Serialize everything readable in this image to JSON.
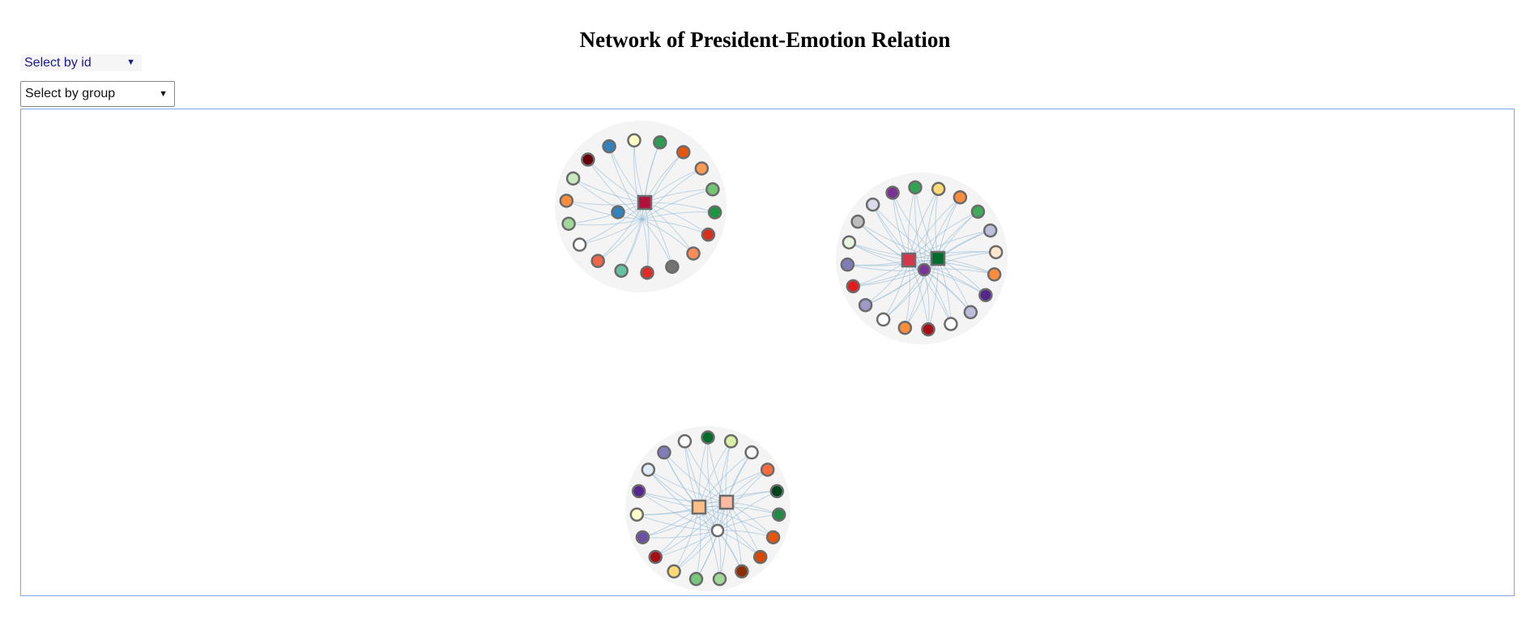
{
  "title": "Network of President-Emotion Relation",
  "controls": {
    "id_select": {
      "value": "Select by id"
    },
    "group_select": {
      "value": "Select by group"
    }
  },
  "colors": {
    "edge": "#8fb8d4",
    "node_stroke": "#6b6b6b",
    "canvas_border": "#7da7e6"
  },
  "network": {
    "clusters": [
      {
        "presidents": [
          "#b0123c",
          "#6aba63"
        ],
        "emotions": [
          "#ffffc4",
          "#2e9b55",
          "#e6550d",
          "#fd9a55",
          "#74c476",
          "#1a9641",
          "#d7301f",
          "#fc8d59",
          "#737373",
          "#de2d26",
          "#66c2a4",
          "#ef6548",
          "#ffffff",
          "#a1d99b",
          "#fd8d3c",
          "#c7e9c0",
          "#67000d",
          "#3182bd"
        ]
      },
      {
        "presidents": [
          "#d6354a",
          "#006d2c",
          "#fde0c5"
        ],
        "emotions": [
          "#31a354",
          "#fed976",
          "#fd8d3c",
          "#41ab5d",
          "#bcbddc",
          "#fee6ce",
          "#fd8d3c",
          "#54278f",
          "#bcbddc",
          "#ffffff",
          "#a50f15",
          "#fd8d3c",
          "#ffffff",
          "#9e9ac8",
          "#e31a1c",
          "#807dba",
          "#e5f5e0",
          "#bdbdbd",
          "#dadaeb",
          "#7b3294"
        ]
      },
      {
        "presidents": [
          "#fdbf86",
          "#fcbba1",
          "#e6f598"
        ],
        "emotions": [
          "#006d2c",
          "#d9f0a3",
          "#f7f7f7",
          "#fc6a3f",
          "#00441b",
          "#238b45",
          "#e6550d",
          "#d94801",
          "#8c2d04",
          "#a1d99b",
          "#78c679",
          "#fed976",
          "#a50f15",
          "#6a51a3",
          "#ffffcc",
          "#54278f",
          "#deebf7",
          "#807dba",
          "#ffffff"
        ]
      }
    ]
  }
}
